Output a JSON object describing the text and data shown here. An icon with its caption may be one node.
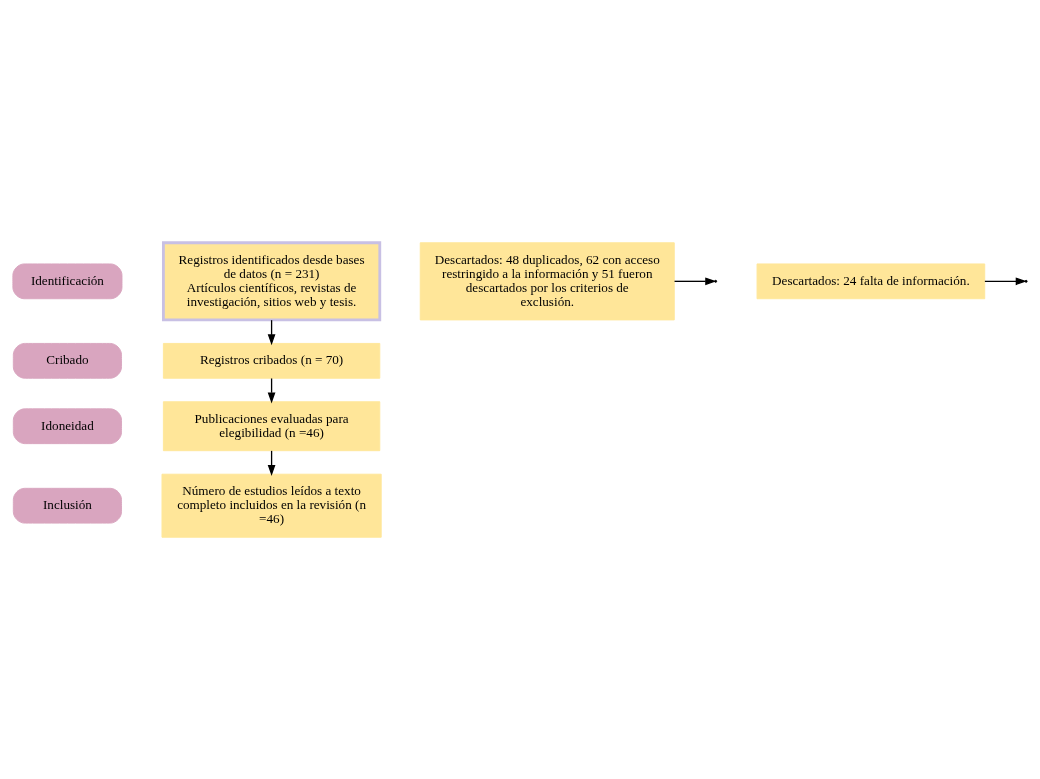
{
  "diagram": {
    "nodes": [
      {
        "text": [
          "Identificación"
        ]
      },
      {
        "text": [
          "Cribado"
        ]
      },
      {
        "text": [
          "Idoneidad"
        ]
      },
      {
        "text": [
          "Inclusión"
        ]
      },
      {
        "text": [
          "Registros identificados desde bases de datos (n = 231)",
          "Artículos científicos, revistas de investigación, sitios web y tesis."
        ]
      },
      {
        "text": [
          "Descartados: 48 duplicados, 62 con acceso restringido a la información y 51 fueron descartados por los criterios de exclusión."
        ]
      },
      {
        "text": [
          "Registros cribados (n = 70)"
        ]
      },
      {
        "text": [
          "Descartados: 24 falta de información."
        ]
      },
      {
        "text": [
          "Publicaciones evaluadas para elegibilidad (n =46)"
        ]
      },
      {
        "text": [
          "Número de estudios leídos a texto completo incluidos en la revisión (n =46)"
        ]
      }
    ],
    "edges": [
      {
        "from": 4,
        "to": 6,
        "arrow": "to"
      },
      {
        "from": 5,
        "to": null,
        "arrow": "to"
      },
      {
        "from": 6,
        "to": 8,
        "arrow": "to"
      },
      {
        "from": 7,
        "to": null,
        "arrow": "to"
      },
      {
        "from": 8,
        "to": 9,
        "arrow": "to"
      }
    ]
  }
}
